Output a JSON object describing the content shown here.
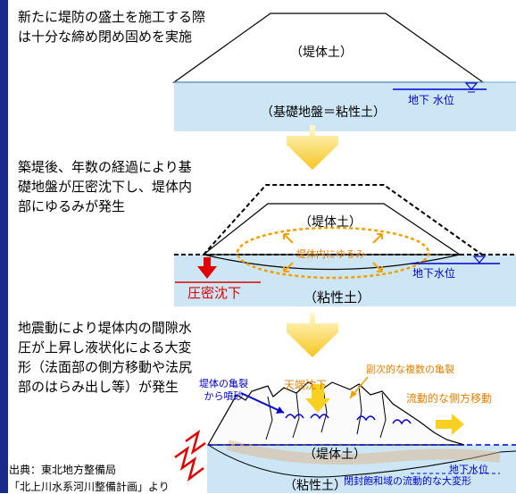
{
  "panel1": {
    "caption": "新たに堤防の盛土を施工する際\nは十分な締め閉め固めを実施",
    "embankment": "（堤体土）",
    "foundation": "（基礎地盤＝粘性土）",
    "groundwater": "地下 水位"
  },
  "panel2": {
    "caption": "築堤後、年数の経過により基\n礎地盤が圧密沈下し、堤体内\n部にゆるみが発生",
    "embankment": "（堤体土）",
    "loosening": "堤体内にゆるみ",
    "settlement": "圧密沈下",
    "clay": "（粘性土）",
    "groundwater": "地下水位"
  },
  "panel3": {
    "caption": "地震動により堤体内の間隙水\n圧が上昇し液状化による大変\n形（法面部の側方移動や法尻\n部のはらみ出し等）が発生",
    "secondary_cracks": "副次的な複数の亀裂",
    "crest_settlement": "天端沈下",
    "crack_sand": "堤体の亀裂\nから噴砂",
    "lateral_flow": "流動的な側方移動",
    "embankment": "（堤体土）",
    "groundwater": "地下水位",
    "clay": "（粘性土）",
    "deformation": "閉封飽和域の流動的な大変形"
  },
  "source": {
    "line1": "出典：東北地方整備局",
    "line2": "「北上川水系河川整備計画」より"
  },
  "colors": {
    "ground": "#cde6f5",
    "sidebar": "#1a2a8c",
    "arrow": "#f7c520",
    "loose": "#f0a000",
    "red": "#e00000",
    "blue": "#0000cc"
  }
}
